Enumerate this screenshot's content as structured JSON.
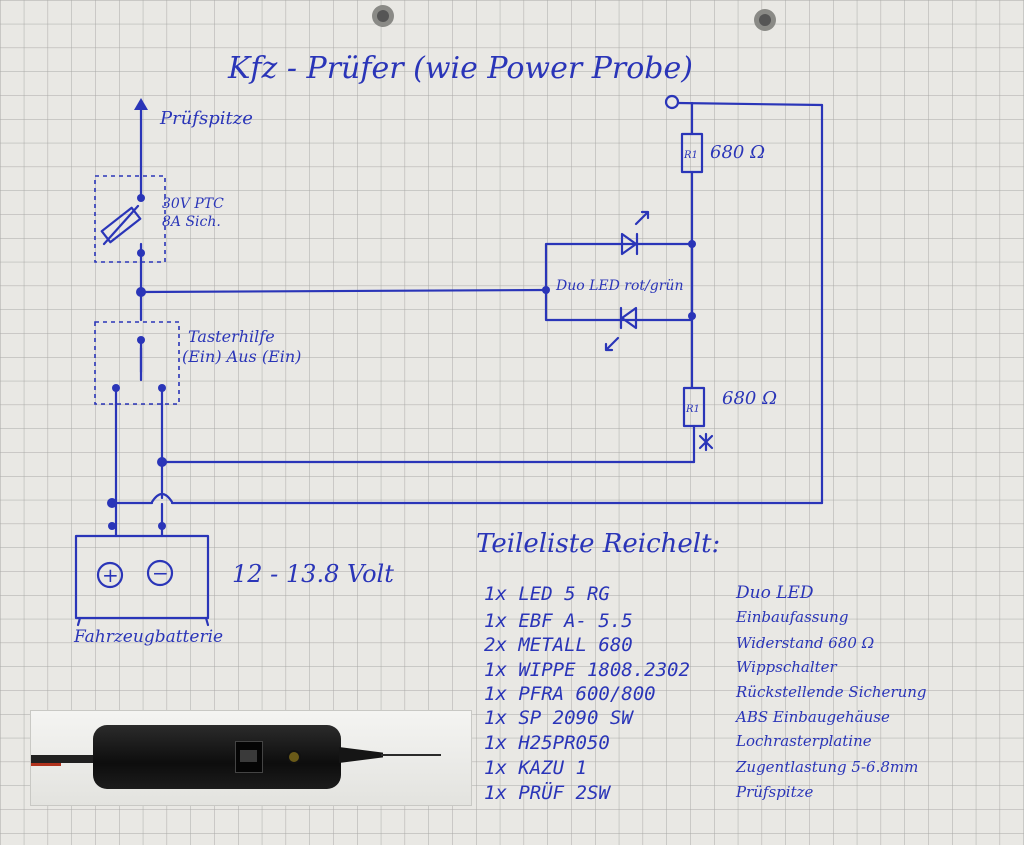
{
  "title": "Kfz - Prüfer (wie Power Probe)",
  "probe_tip_label": "Prüfspitze",
  "fuse_label_line1": "30V PTC",
  "fuse_label_line2": "8A Sich.",
  "switch_label_line1": "Tasterhilfe",
  "switch_label_line2": "(Ein) Aus (Ein)",
  "plus_marker": "⊕",
  "r_top_label": "R1",
  "r_top_value": "680 Ω",
  "r_bottom_label": "R1",
  "r_bottom_value": "680 Ω",
  "duo_led_label": "Duo LED rot/grün",
  "battery_plus": "+",
  "battery_minus": "−",
  "voltage": "12 - 13.8 Volt",
  "battery_label": "Fahrzeugbatterie",
  "parts_title": "Teileliste Reichelt:",
  "parts": [
    {
      "item": "1x LED 5 RG",
      "desc": "Duo LED"
    },
    {
      "item": "1x EBF A- 5.5",
      "desc": "Einbaufassung"
    },
    {
      "item": "2x METALL 680",
      "desc": "Widerstand 680 Ω"
    },
    {
      "item": "1x WIPPE 1808.2302",
      "desc": "Wippschalter"
    },
    {
      "item": "1x PFRA 600/800",
      "desc": "Rückstellende Sicherung"
    },
    {
      "item": "1x SP 2090 SW",
      "desc": "ABS Einbaugehäuse"
    },
    {
      "item": "1x H25PR050",
      "desc": "Lochrasterplatine"
    },
    {
      "item": "1x KAZU 1",
      "desc": "Zugentlastung 5-6.8mm"
    },
    {
      "item": "1x PRÜF 2SW",
      "desc": "Prüfspitze"
    }
  ]
}
